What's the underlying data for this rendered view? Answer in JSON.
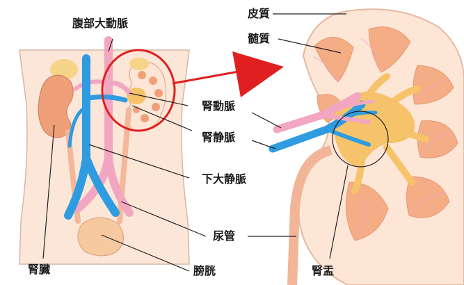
{
  "labels": {
    "abdominal_aorta": "腹部大動脈",
    "renal_artery": "腎動脈",
    "renal_vein": "腎静脈",
    "inferior_vena_cava": "下大静脈",
    "ureter": "尿管",
    "kidney": "腎臓",
    "bladder": "膀胱",
    "cortex": "皮質",
    "medulla": "髄質",
    "renal_pelvis": "腎盂"
  },
  "colors": {
    "body": "#fbe6d8",
    "body_outline": "#d9b5a3",
    "kidney": "#f0a078",
    "fat": "#f5d488",
    "vein": "#2f9be0",
    "artery": "#f2a6c2",
    "ureter": "#f4b899",
    "bladder": "#f6c9a0",
    "cortex": "#fde6d6",
    "medulla": "#f4ad85",
    "pelvis": "#f6c36a",
    "highlight": "#e02020",
    "leader": "#222222"
  }
}
